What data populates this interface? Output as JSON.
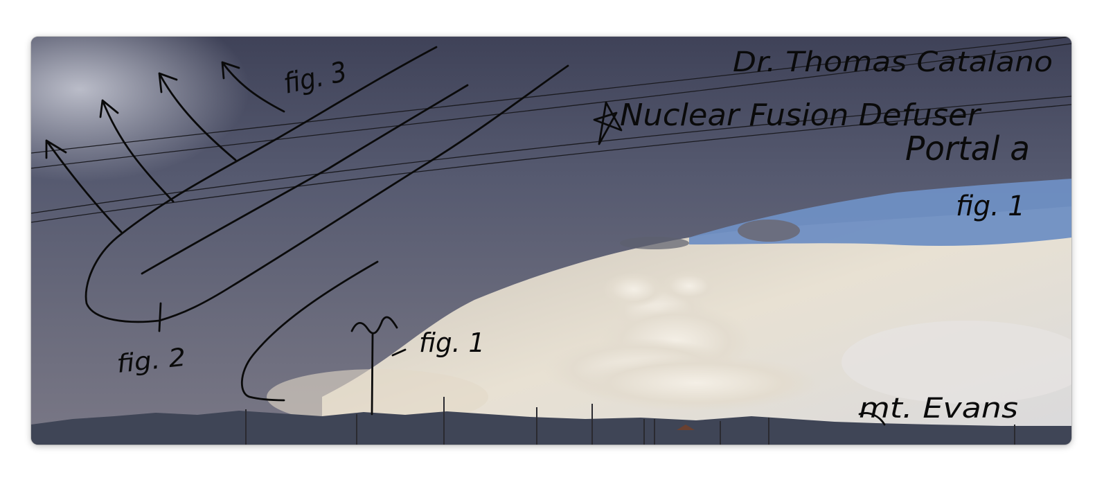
{
  "photo": {
    "subject": "sky-with-clouds-and-mountains",
    "sky_colors": {
      "storm": "#4a4d62",
      "storm_light": "#8d8fa2",
      "blue_patch": "#6d8fc4",
      "bright_cloud": "#e6dfd2",
      "mountains": "#3f4556"
    }
  },
  "annotations": {
    "author": "Dr. Thomas Catalano",
    "title": "Nuclear Fusion Defuser",
    "portal": "Portal a",
    "fig_top_right": "fig. 1",
    "fig1": "fig. 1",
    "fig2": "fig. 2",
    "fig3": "fig. 3",
    "location": "mt. Evans"
  }
}
